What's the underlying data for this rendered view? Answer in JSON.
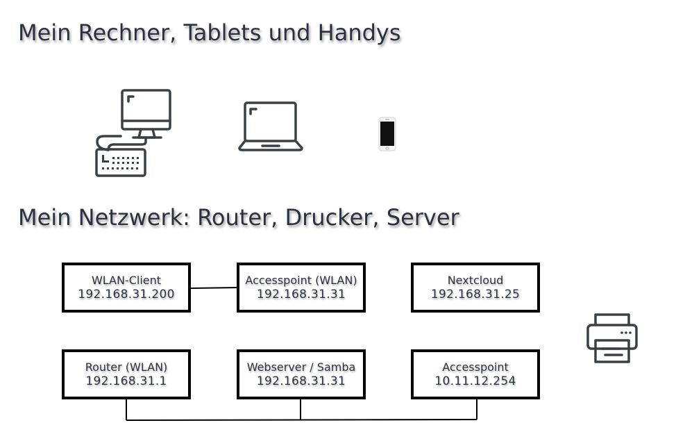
{
  "headings": {
    "devices": "Mein Rechner, Tablets und Handys",
    "network": "Mein Netzwerk: Router, Drucker, Server"
  },
  "icons": {
    "desktop": "desktop-computer-icon",
    "laptop": "laptop-icon",
    "phone": "smartphone-icon",
    "printer": "printer-icon"
  },
  "nodes": {
    "wlan_client": {
      "name": "WLAN-Client",
      "ip": "192.168.31.200"
    },
    "accesspoint_wlan": {
      "name": "Accesspoint (WLAN)",
      "ip": "192.168.31.31"
    },
    "nextcloud": {
      "name": "Nextcloud",
      "ip": "192.168.31.25"
    },
    "router": {
      "name": "Router (WLAN)",
      "ip": "192.168.31.1"
    },
    "webserver": {
      "name": "Webserver / Samba",
      "ip": "192.168.31.31"
    },
    "accesspoint": {
      "name": "Accesspoint",
      "ip": "10.11.12.254"
    }
  },
  "colors": {
    "icon_stroke": "#3a4045",
    "box_border": "#000000",
    "text": "#2c3340"
  }
}
